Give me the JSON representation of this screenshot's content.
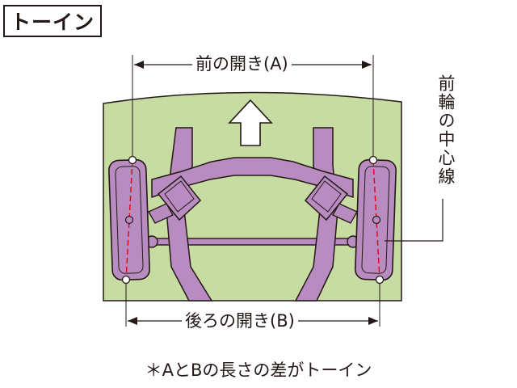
{
  "title": "トーイン",
  "front_opening": "前の開き(A)",
  "rear_opening": "後ろの開き(B)",
  "wheel_centerline": "前輪の中心線",
  "note": "＊AとBの長さの差がトーイン",
  "colors": {
    "body_green": "#C6DCA2",
    "frame_purple": "#B88BC1",
    "outline": "#231815",
    "centerline_red": "#E60012"
  },
  "icons": [
    "forward-arrow-icon"
  ]
}
